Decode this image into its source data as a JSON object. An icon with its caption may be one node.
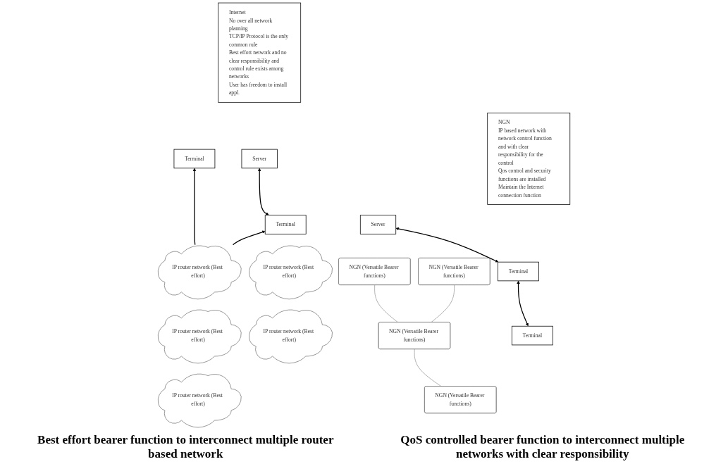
{
  "diagram": {
    "nodes": [
      {
        "text": [
          "Internet",
          "No over all network planning",
          "TCP/IP Protocol is the only common rule",
          "Best effort network and no clear responsibility and control rule exists among networks",
          "User has freedom to install appl."
        ]
      },
      {
        "text": [
          "Terminal"
        ]
      },
      {
        "text": [
          "Terminal"
        ]
      },
      {
        "text": [
          "Server"
        ]
      },
      {
        "text": [
          "IP router network (Best effort)"
        ]
      },
      {
        "text": [
          "IP router network (Best effort)"
        ]
      },
      {
        "text": [
          "IP router network (Best effort)"
        ]
      },
      {
        "text": [
          "IP router network (Best effort)"
        ]
      },
      {
        "text": [
          "IP router network (Best effort)"
        ]
      },
      {
        "text": [
          "NGN",
          "IP based network with network control function and with clear responsibility for the control",
          "Qos control and security functions are installed",
          "Maintain the Internet connection function"
        ]
      },
      {
        "text": [
          "Terminal"
        ]
      },
      {
        "text": [
          "Terminal"
        ]
      },
      {
        "text": [
          "Server"
        ]
      },
      {
        "text": [
          "NGN (Versatile Bearer functions)"
        ]
      },
      {
        "text": [
          "NGN (Versatile Bearer functions)"
        ]
      },
      {
        "text": [
          "NGN (Versatile Bearer functions)"
        ]
      },
      {
        "text": [
          "NGN (Versatile Bearer functions)"
        ]
      }
    ],
    "edges": [
      {
        "from": 4,
        "to": 1,
        "arrow": "to"
      },
      {
        "from": 4,
        "to": 2,
        "arrow": "to"
      },
      {
        "from": 2,
        "to": 3,
        "arrow": "both"
      },
      {
        "from": 10,
        "to": 11,
        "arrow": "both"
      },
      {
        "from": 11,
        "to": 12,
        "arrow": "both"
      },
      {
        "from": 13,
        "to": 14,
        "arrow": "none",
        "color": "#999999"
      },
      {
        "from": 14,
        "to": 15,
        "arrow": "none",
        "color": "#999999"
      },
      {
        "from": 14,
        "to": 16,
        "arrow": "none",
        "color": "#999999"
      }
    ],
    "labels": [
      "Best effort bearer function to interconnect multiple router based network",
      "QoS controlled bearer function to interconnect multiple networks with clear responsibility"
    ]
  }
}
